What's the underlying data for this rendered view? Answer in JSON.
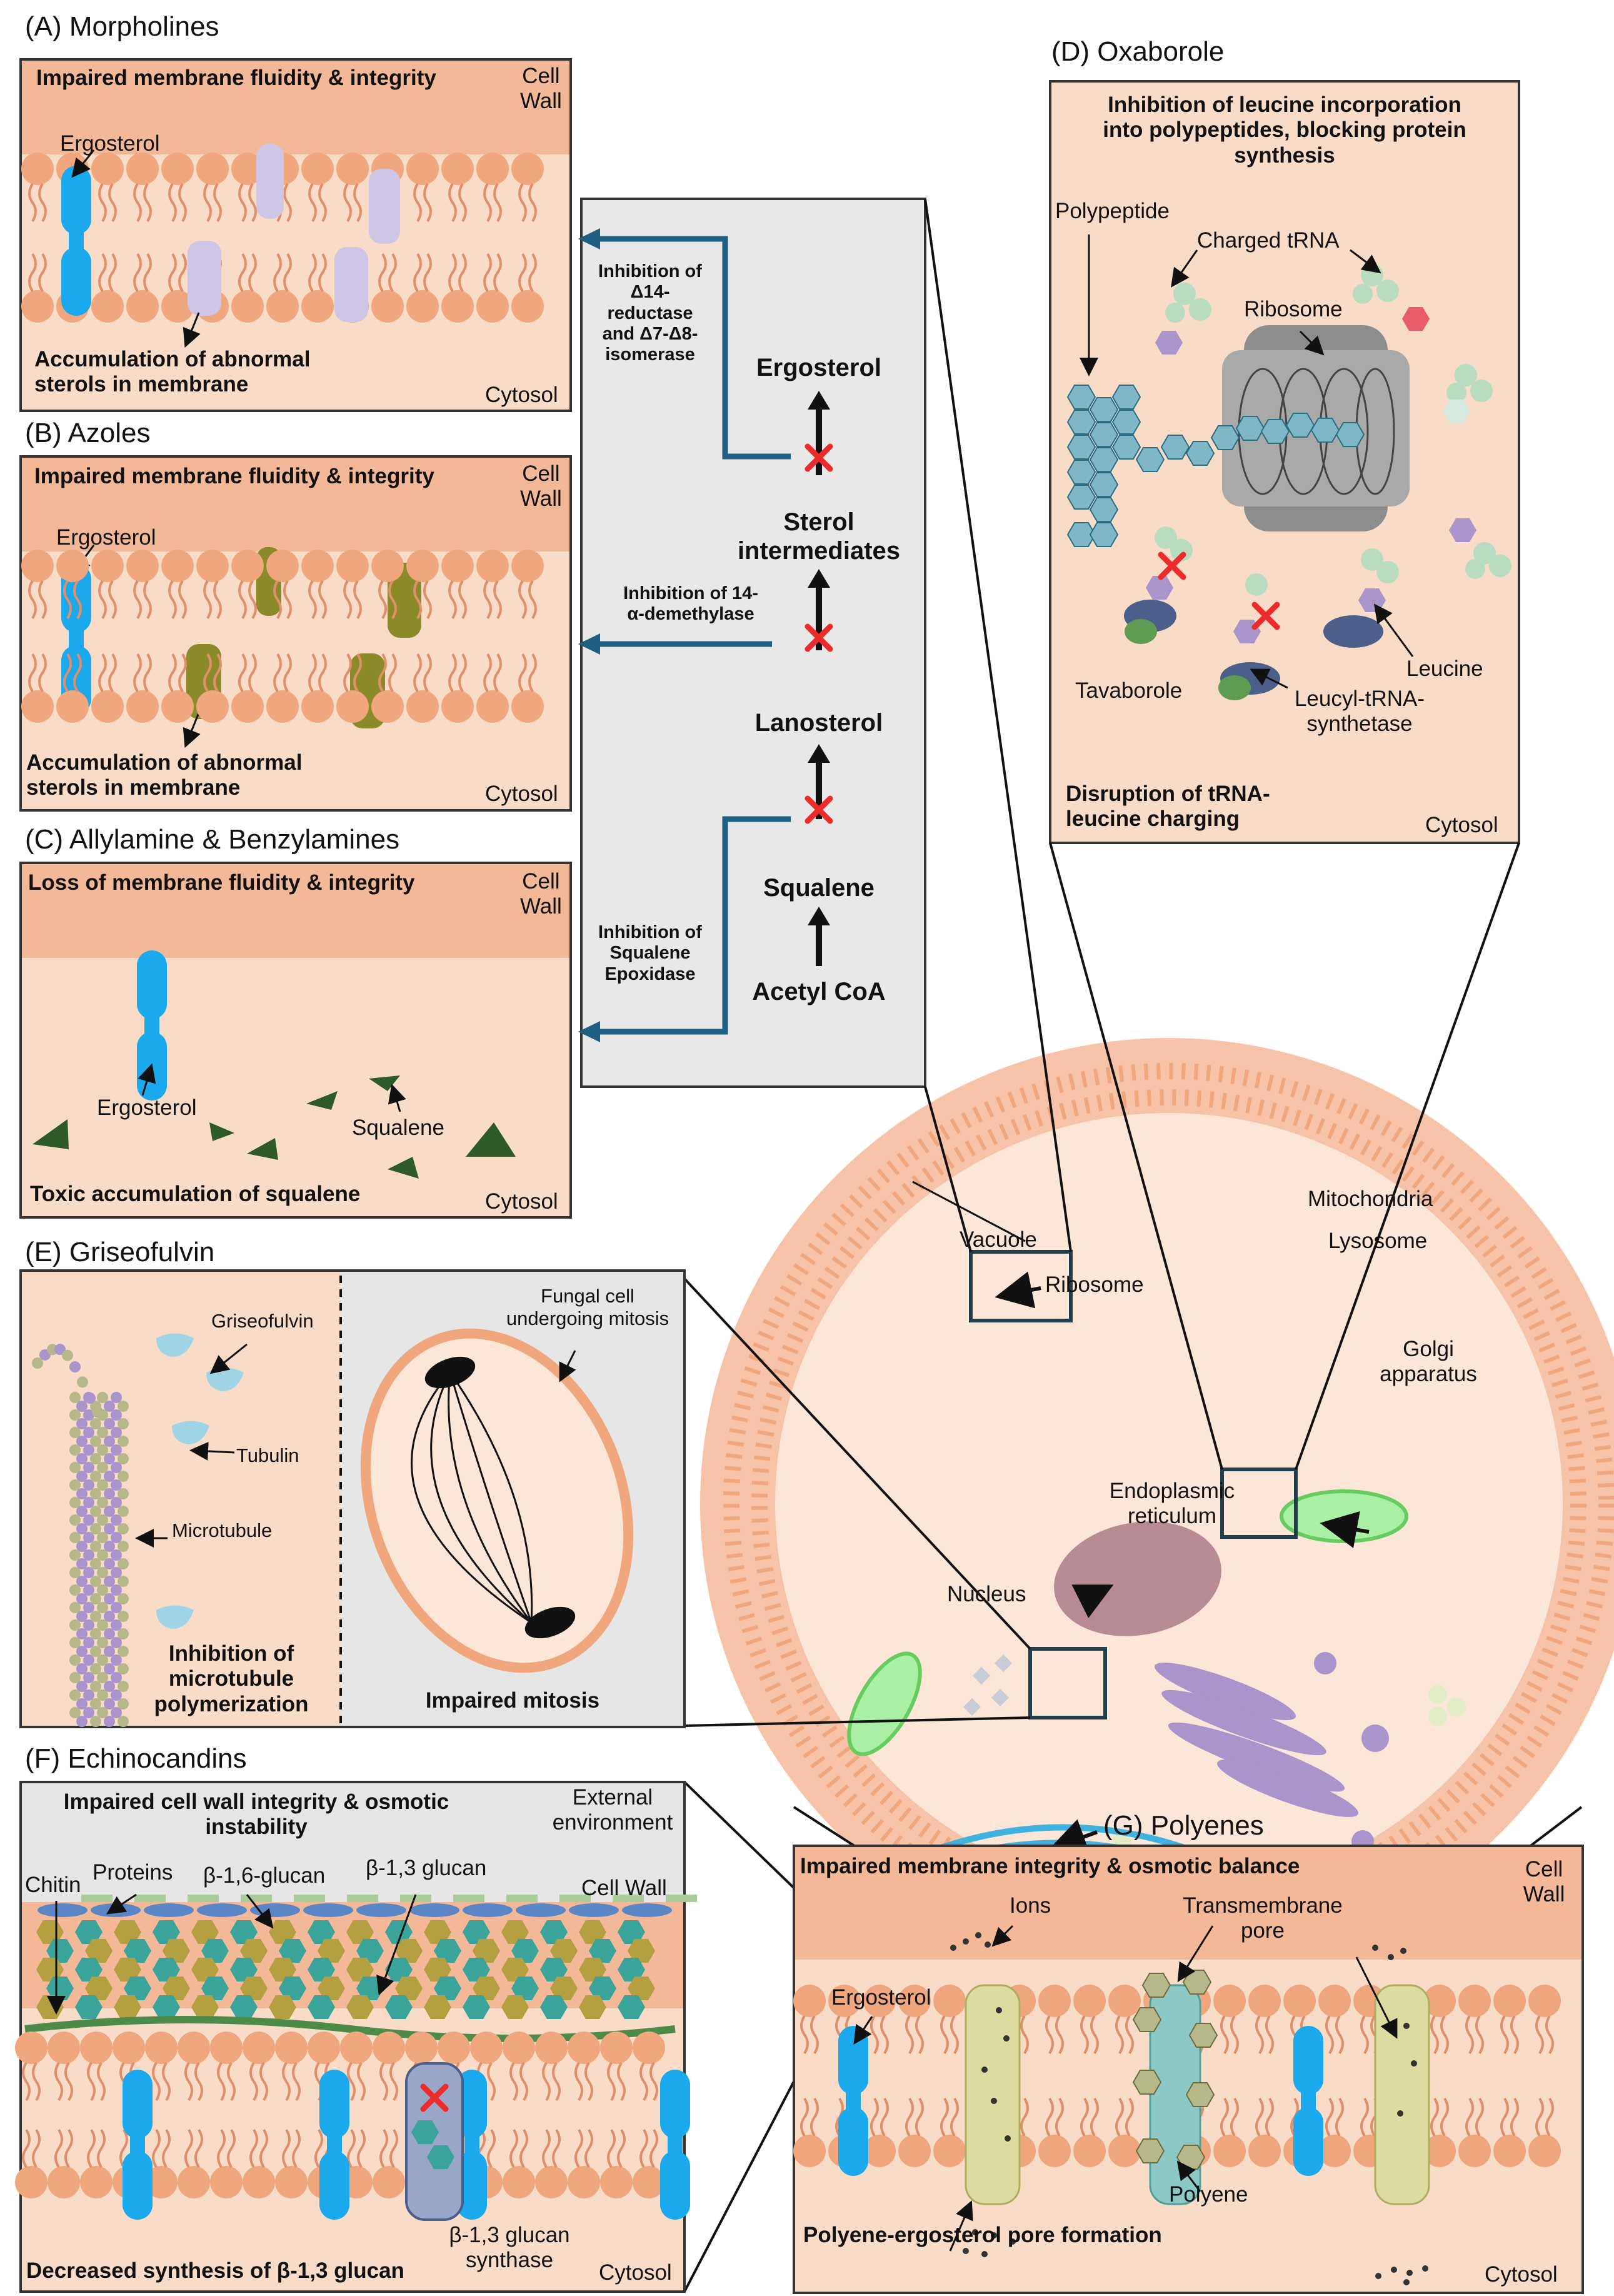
{
  "colors": {
    "panel_fill": "#f8dcc8",
    "cell_wall": "#f2b898",
    "lipid_head": "#f0a77e",
    "ergosterol": "#1aa9ec",
    "arrow_blue": "#1f5f84",
    "pathway_bg": "#e8e8e8",
    "squalene": "#2e5a2a",
    "azole_sterol": "#8a8a28",
    "inhibit_x": "#ee2b2b"
  },
  "icons": [
    "inhibition-x-icon",
    "arrow-icon",
    "ergosterol-icon",
    "hexagon-icon",
    "ribosome-icon",
    "trna-icon"
  ],
  "A": {
    "title": "(A) Morpholines",
    "effect": "Impaired membrane fluidity & integrity",
    "wall": "Cell\nWall",
    "ergosterol": "Ergosterol",
    "accum": "Accumulation of abnormal\nsterols in membrane",
    "cytosol": "Cytosol"
  },
  "B": {
    "title": "(B) Azoles",
    "effect": "Impaired membrane fluidity & integrity",
    "wall": "Cell\nWall",
    "ergosterol": "Ergosterol",
    "accum": "Accumulation of abnormal\nsterols in membrane",
    "cytosol": "Cytosol"
  },
  "C": {
    "title": "(C) Allylamine & Benzylamines",
    "effect": "Loss of membrane fluidity & integrity",
    "wall": "Cell\nWall",
    "ergosterol": "Ergosterol",
    "squalene": "Squalene",
    "toxic": "Toxic accumulation of squalene",
    "cytosol": "Cytosol"
  },
  "pathway": {
    "ergosterol": "Ergosterol",
    "sterol": "Sterol\nintermediates",
    "lanosterol": "Lanosterol",
    "squalene": "Squalene",
    "acetyl": "Acetyl CoA",
    "inh1": "Inhibition of\nΔ14-\nreductase\nand Δ7-Δ8-\nisomerase",
    "inh2": "Inhibition of 14-\nα-demethylase",
    "inh3": "Inhibition of\nSqualene\nEpoxidase"
  },
  "D": {
    "title": "(D) Oxaborole",
    "effect": "Inhibition of leucine incorporation\ninto polypeptides, blocking protein\nsynthesis",
    "polypeptide": "Polypeptide",
    "charged": "Charged tRNA",
    "ribosome": "Ribosome",
    "tavaborole": "Tavaborole",
    "leucyl": "Leucyl-tRNA-\nsynthetase",
    "leucine": "Leucine",
    "disruption": "Disruption of tRNA-\nleucine charging",
    "cytosol": "Cytosol"
  },
  "cell": {
    "vacuole": "Vacuole",
    "mitochondria": "Mitochondria",
    "lysosome": "Lysosome",
    "ribosome": "Ribosome",
    "golgi": "Golgi\napparatus",
    "er": "Endoplasmic\nreticulum",
    "nucleus": "Nucleus"
  },
  "E": {
    "title": "(E) Griseofulvin",
    "griseofulvin": "Griseofulvin",
    "tubulin": "Tubulin",
    "microtubule": "Microtubule",
    "inhibition": "Inhibition of\nmicrotubule\npolymerization",
    "fungal": "Fungal cell\nundergoing mitosis",
    "impaired": "Impaired mitosis"
  },
  "F": {
    "title": "(F) Echinocandins",
    "effect": "Impaired cell wall integrity & osmotic\ninstability",
    "external": "External\nenvironment",
    "chitin": "Chitin",
    "proteins": "Proteins",
    "glucan16": "β-1,6-glucan",
    "glucan13": "β-1,3 glucan",
    "wall": "Cell Wall",
    "synthase": "β-1,3 glucan\nsynthase",
    "decreased": "Decreased synthesis of β-1,3 glucan",
    "cytosol": "Cytosol"
  },
  "G": {
    "title": "(G) Polyenes",
    "effect": "Impaired membrane integrity & osmotic balance",
    "wall": "Cell\nWall",
    "ergosterol": "Ergosterol",
    "ions": "Ions",
    "pore": "Transmembrane\npore",
    "polyene": "Polyene",
    "formation": "Polyene-ergosterol pore formation",
    "cytosol": "Cytosol"
  }
}
